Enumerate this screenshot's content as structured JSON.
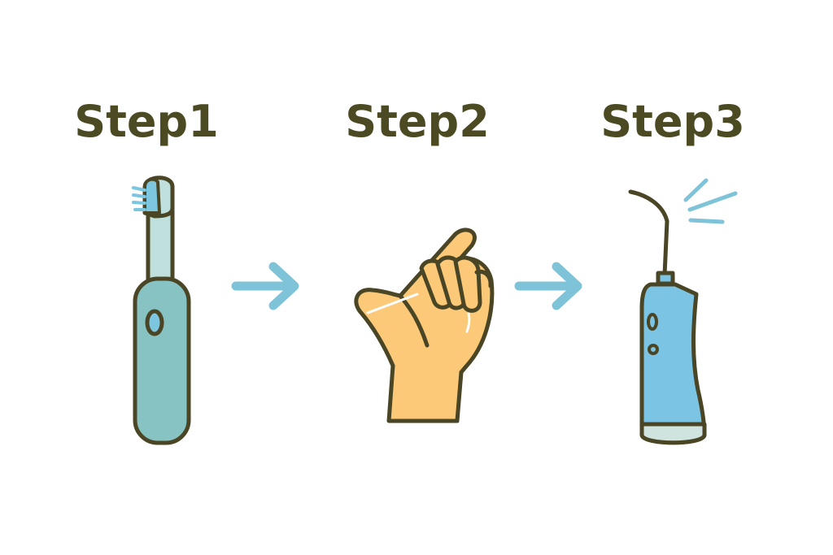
{
  "steps": [
    {
      "label": "Step1",
      "icon": "electric-toothbrush-icon"
    },
    {
      "label": "Step2",
      "icon": "hand-flossing-icon"
    },
    {
      "label": "Step3",
      "icon": "water-flosser-icon"
    }
  ],
  "colors": {
    "outline": "#4a4524",
    "title": "#4b4a22",
    "arrow": "#7ec3d8",
    "toothbrush_body": "#86c3c2",
    "toothbrush_neck": "#bfe0dc",
    "bristles": "#7cc6e0",
    "hand": "#fcc978",
    "flosser_body": "#7cc4e4",
    "flosser_base": "#cfe4df"
  }
}
